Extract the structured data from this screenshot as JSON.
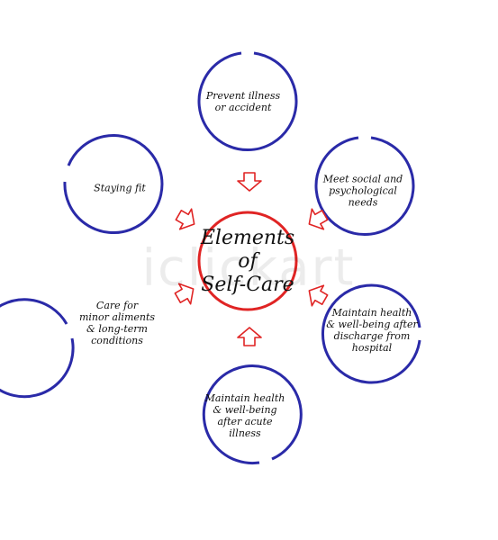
{
  "center": {
    "title": "Elements\nof\nSelf-Care",
    "ring_color": "#e02424"
  },
  "nodes": [
    {
      "id": "prevent",
      "label": "Prevent illness\nor accident"
    },
    {
      "id": "social",
      "label": "Meet social and\npsychological\nneeds"
    },
    {
      "id": "discharge",
      "label": "Maintain health\n& well-being after\ndischarge from\nhospital"
    },
    {
      "id": "acute",
      "label": "Maintain health\n& well-being\nafter acute\nillness"
    },
    {
      "id": "minor",
      "label": "Care for\nminor aliments\n& long-term\nconditions"
    },
    {
      "id": "fit",
      "label": "Staying fit"
    }
  ],
  "ring_color": "#2a2aa8",
  "arrow_color": "#e02424",
  "watermark": "iclickart"
}
